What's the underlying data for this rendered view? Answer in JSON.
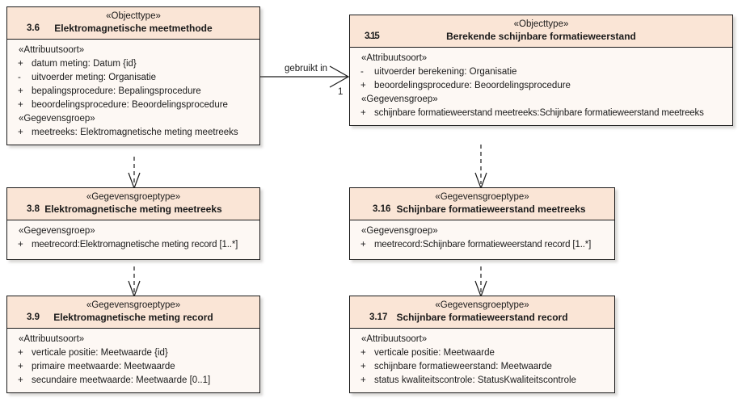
{
  "diagram": {
    "type": "uml-class-diagram",
    "title": "Elektromagnetische meetmethode / Berekende schijnbare formatieweerstand",
    "colors": {
      "header_fill": "#fae5d6",
      "body_fill": "#fdf8f4",
      "border": "#1a1a1a",
      "text": "#1a1a1a"
    }
  },
  "classes": [
    {
      "id": "elektromagnetische-meetmethode",
      "stereotype": "«Objecttype»",
      "number": "3.6",
      "name": "Elektromagnetische meetmethode",
      "compartments": [
        {
          "label": "«Attribuutsoort»",
          "features": [
            {
              "visibility": "+",
              "text": "datum meting: Datum {id}"
            },
            {
              "visibility": "-",
              "text": "uitvoerder meting: Organisatie"
            },
            {
              "visibility": "+",
              "text": "bepalingsprocedure: Bepalingsprocedure"
            },
            {
              "visibility": "+",
              "text": "beoordelingsprocedure: Beoordelingsprocedure"
            }
          ]
        },
        {
          "label": "«Gegevensgroep»",
          "features": [
            {
              "visibility": "+",
              "text": "meetreeks: Elektromagnetische meting meetreeks"
            }
          ]
        }
      ]
    },
    {
      "id": "berekende-schijnbare-formatieweerstand",
      "stereotype": "«Objecttype»",
      "number": "3.15",
      "name": "Berekende schijnbare formatieweerstand",
      "compartments": [
        {
          "label": "«Attribuutsoort»",
          "features": [
            {
              "visibility": "-",
              "text": "uitvoerder berekening: Organisatie"
            },
            {
              "visibility": "+",
              "text": "beoordelingsprocedure: Beoordelingsprocedure"
            }
          ]
        },
        {
          "label": "«Gegevensgroep»",
          "features": [
            {
              "visibility": "+",
              "text": "schijnbare formatieweerstand meetreeks:Schijnbare formatieweerstand meetreeks"
            }
          ]
        }
      ]
    },
    {
      "id": "elektromagnetische-meting-meetreeks",
      "stereotype": "«Gegevensgroeptype»",
      "number": "3.8",
      "name": "Elektromagnetische meting meetreeks",
      "compartments": [
        {
          "label": "«Gegevensgroep»",
          "features": [
            {
              "visibility": "+",
              "text": "meetrecord:Elektromagnetische meting record [1..*]"
            }
          ]
        }
      ]
    },
    {
      "id": "schijnbare-formatieweerstand-meetreeks",
      "stereotype": "«Gegevensgroeptype»",
      "number": "3.16",
      "name": "Schijnbare formatieweerstand meetreeks",
      "compartments": [
        {
          "label": "«Gegevensgroep»",
          "features": [
            {
              "visibility": "+",
              "text": "meetrecord:Schijnbare formatieweerstand record [1..*]"
            }
          ]
        }
      ]
    },
    {
      "id": "elektromagnetische-meting-record",
      "stereotype": "«Gegevensgroeptype»",
      "number": "3.9",
      "name": "Elektromagnetische meting record",
      "compartments": [
        {
          "label": "«Attribuutsoort»",
          "features": [
            {
              "visibility": "+",
              "text": "verticale positie: Meetwaarde {id}"
            },
            {
              "visibility": "+",
              "text": "primaire meetwaarde: Meetwaarde"
            },
            {
              "visibility": "+",
              "text": "secundaire meetwaarde: Meetwaarde [0..1]"
            }
          ]
        }
      ]
    },
    {
      "id": "schijnbare-formatieweerstand-record",
      "stereotype": "«Gegevensgroeptype»",
      "number": "3.17",
      "name": "Schijnbare formatieweerstand record",
      "compartments": [
        {
          "label": "«Attribuutsoort»",
          "features": [
            {
              "visibility": "+",
              "text": "verticale positie: Meetwaarde"
            },
            {
              "visibility": "+",
              "text": "schijnbare formatieweerstand: Meetwaarde"
            },
            {
              "visibility": "+",
              "text": "status kwaliteitscontrole: StatusKwaliteitscontrole"
            }
          ]
        }
      ]
    }
  ],
  "connectors": [
    {
      "id": "gebruikt-in",
      "kind": "association",
      "style": "solid",
      "label": "gebruikt in",
      "multiplicity_target": "1",
      "from": "elektromagnetische-meetmethode",
      "to": "berekende-schijnbare-formatieweerstand"
    },
    {
      "id": "dep-36-38",
      "kind": "dependency",
      "style": "dashed",
      "from": "elektromagnetische-meetmethode",
      "to": "elektromagnetische-meting-meetreeks"
    },
    {
      "id": "dep-38-39",
      "kind": "dependency",
      "style": "dashed",
      "from": "elektromagnetische-meting-meetreeks",
      "to": "elektromagnetische-meting-record"
    },
    {
      "id": "dep-315-316",
      "kind": "dependency",
      "style": "dashed",
      "from": "berekende-schijnbare-formatieweerstand",
      "to": "schijnbare-formatieweerstand-meetreeks"
    },
    {
      "id": "dep-316-317",
      "kind": "dependency",
      "style": "dashed",
      "from": "schijnbare-formatieweerstand-meetreeks",
      "to": "schijnbare-formatieweerstand-record"
    }
  ]
}
